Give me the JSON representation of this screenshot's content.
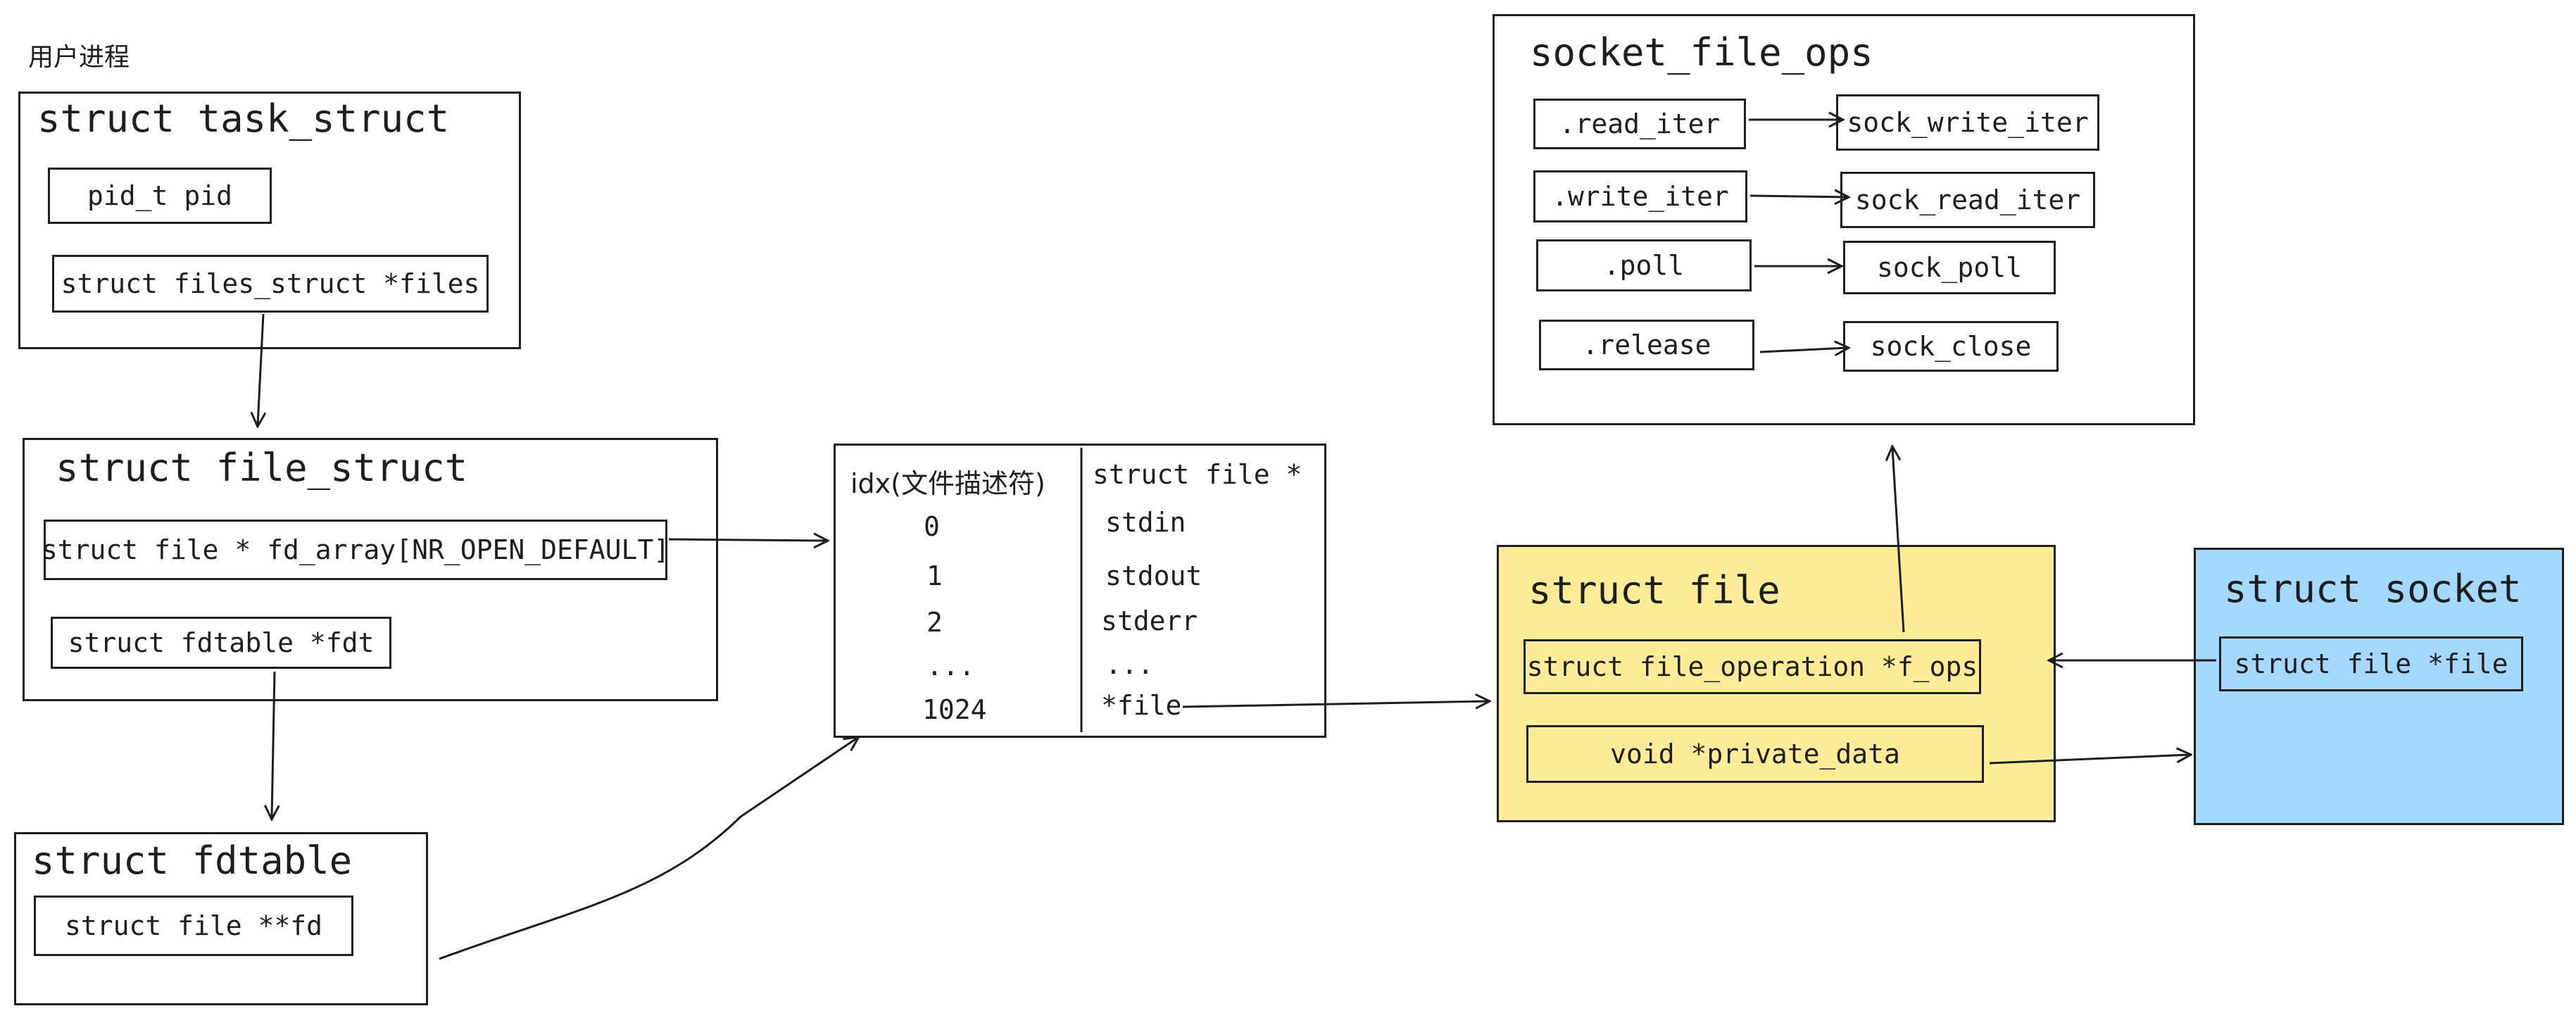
{
  "colors": {
    "file_fill": "#ffec99",
    "socket_fill": "#a5d8ff",
    "stroke": "#1e1e1e"
  },
  "user_process_label": "用户进程",
  "task_struct": {
    "title": "struct task_struct",
    "fields": [
      "pid_t pid",
      "struct files_struct *files"
    ]
  },
  "file_struct": {
    "title": "struct file_struct",
    "fields": [
      "struct file * fd_array[NR_OPEN_DEFAULT]",
      "struct fdtable *fdt"
    ]
  },
  "fdtable": {
    "title": "struct fdtable",
    "fields": [
      "struct file **fd"
    ]
  },
  "fd_table": {
    "headers": [
      "idx(文件描述符)",
      "struct file *"
    ],
    "rows": [
      {
        "idx": "0",
        "file": "stdin"
      },
      {
        "idx": "1",
        "file": "stdout"
      },
      {
        "idx": "2",
        "file": "stderr"
      },
      {
        "idx": "...",
        "file": "..."
      },
      {
        "idx": "1024",
        "file": "*file"
      }
    ]
  },
  "socket_file_ops": {
    "title": "socket_file_ops",
    "ops": [
      {
        "op": ".read_iter",
        "impl": "sock_write_iter"
      },
      {
        "op": ".write_iter",
        "impl": "sock_read_iter"
      },
      {
        "op": ".poll",
        "impl": "sock_poll"
      },
      {
        "op": ".release",
        "impl": "sock_close"
      }
    ]
  },
  "struct_file": {
    "title": "struct file",
    "fields": [
      "struct file_operation *f_ops",
      "void *private_data"
    ]
  },
  "struct_socket": {
    "title": "struct socket",
    "fields": [
      "struct file *file"
    ]
  }
}
